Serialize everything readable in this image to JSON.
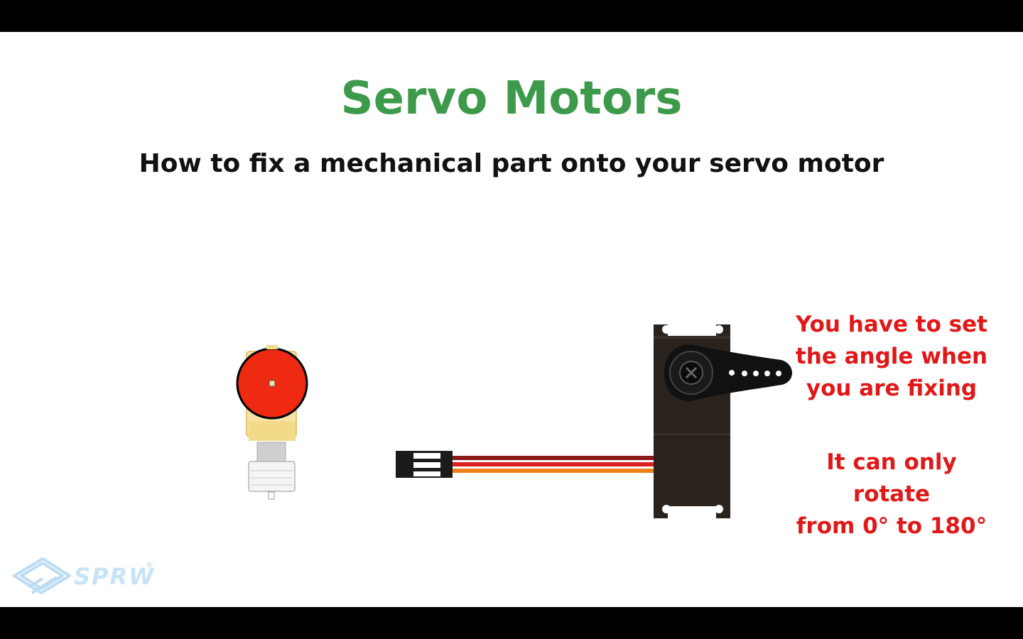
{
  "slide": {
    "title": "Servo Motors",
    "subtitle": "How to fix a mechanical part onto your servo motor",
    "notes": [
      "You have to set\nthe angle when\nyou are fixing",
      "It can only rotate\nfrom 0° to 180°"
    ]
  },
  "brand": {
    "name": "SPRW",
    "registered_mark": "®"
  },
  "colors": {
    "title": "#3d9a4b",
    "note": "#e01818",
    "wheel": "#ee2a12",
    "servo_body": "#2a221d",
    "wire_dark": "#8b1a1a",
    "wire_red": "#e02020",
    "wire_orange": "#f0801a"
  },
  "icons": [
    "dc-gear-motor-illustration",
    "servo-motor-illustration",
    "servo-connector-cable",
    "sprw-logo-icon"
  ]
}
